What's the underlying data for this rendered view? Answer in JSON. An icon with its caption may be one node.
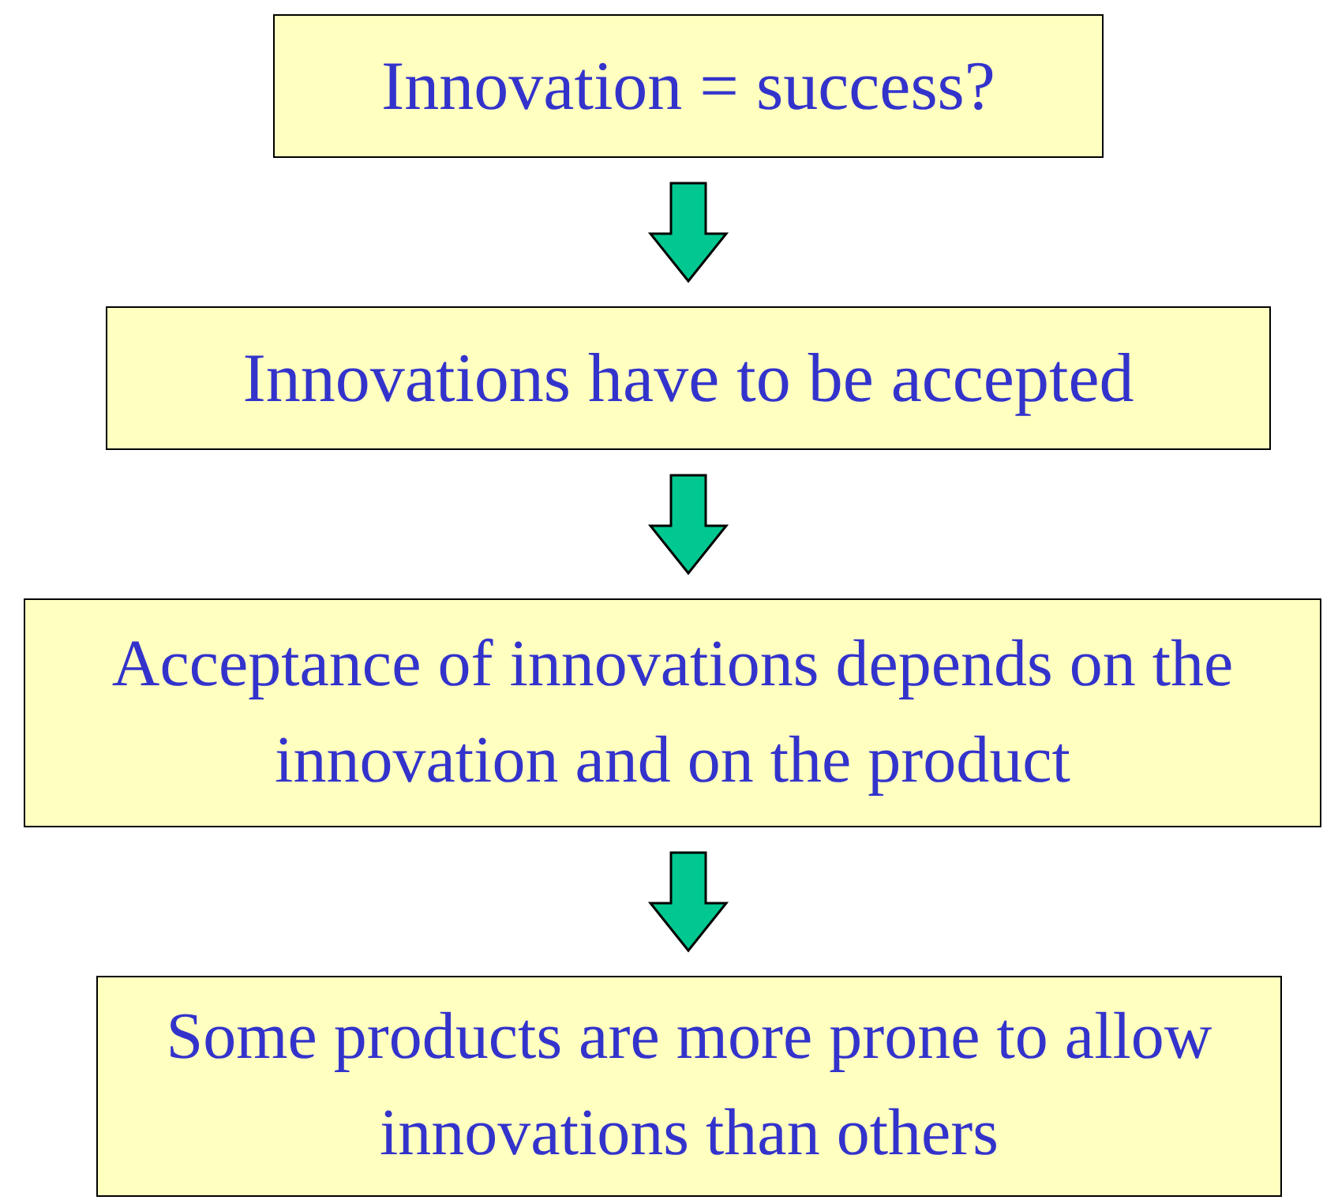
{
  "diagram": {
    "nodes": [
      {
        "text": [
          "Innovation = success?"
        ]
      },
      {
        "text": [
          "Innovations have to be accepted"
        ]
      },
      {
        "text": [
          "Acceptance of innovations depends on the innovation and on the product"
        ]
      },
      {
        "text": [
          "Some products are more prone to allow innovations than others"
        ]
      }
    ],
    "edges": [
      {
        "from": 0,
        "to": 1,
        "arrow": "to"
      },
      {
        "from": 1,
        "to": 2,
        "arrow": "to"
      },
      {
        "from": 2,
        "to": 3,
        "arrow": "to"
      }
    ]
  }
}
